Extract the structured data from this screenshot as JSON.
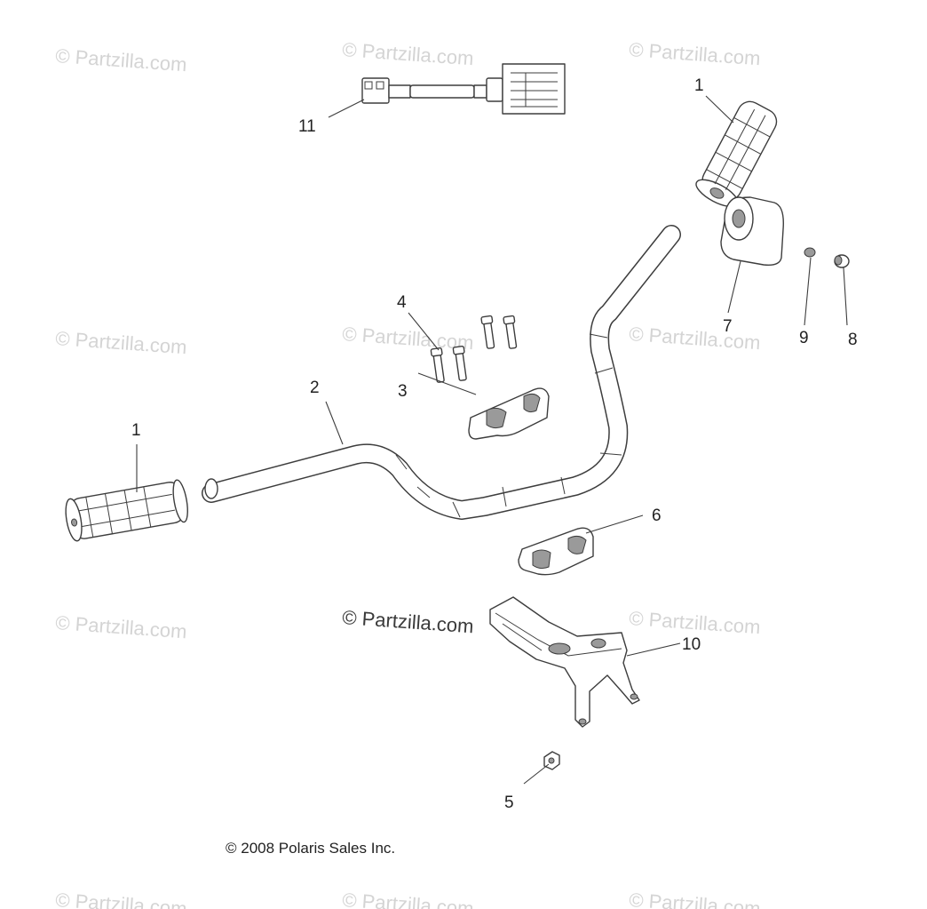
{
  "watermark": {
    "text": "© Partzilla.com"
  },
  "callouts": {
    "grip_left": "1",
    "grip_right": "1",
    "handlebar": "2",
    "upper_clamp": "3",
    "bolts": "4",
    "nut": "5",
    "lower_clamp": "6",
    "throttle_housing": "7",
    "cap_8": "8",
    "part_9": "9",
    "bracket": "10",
    "harness": "11"
  },
  "copyright": "© 2008 Polaris Sales Inc."
}
